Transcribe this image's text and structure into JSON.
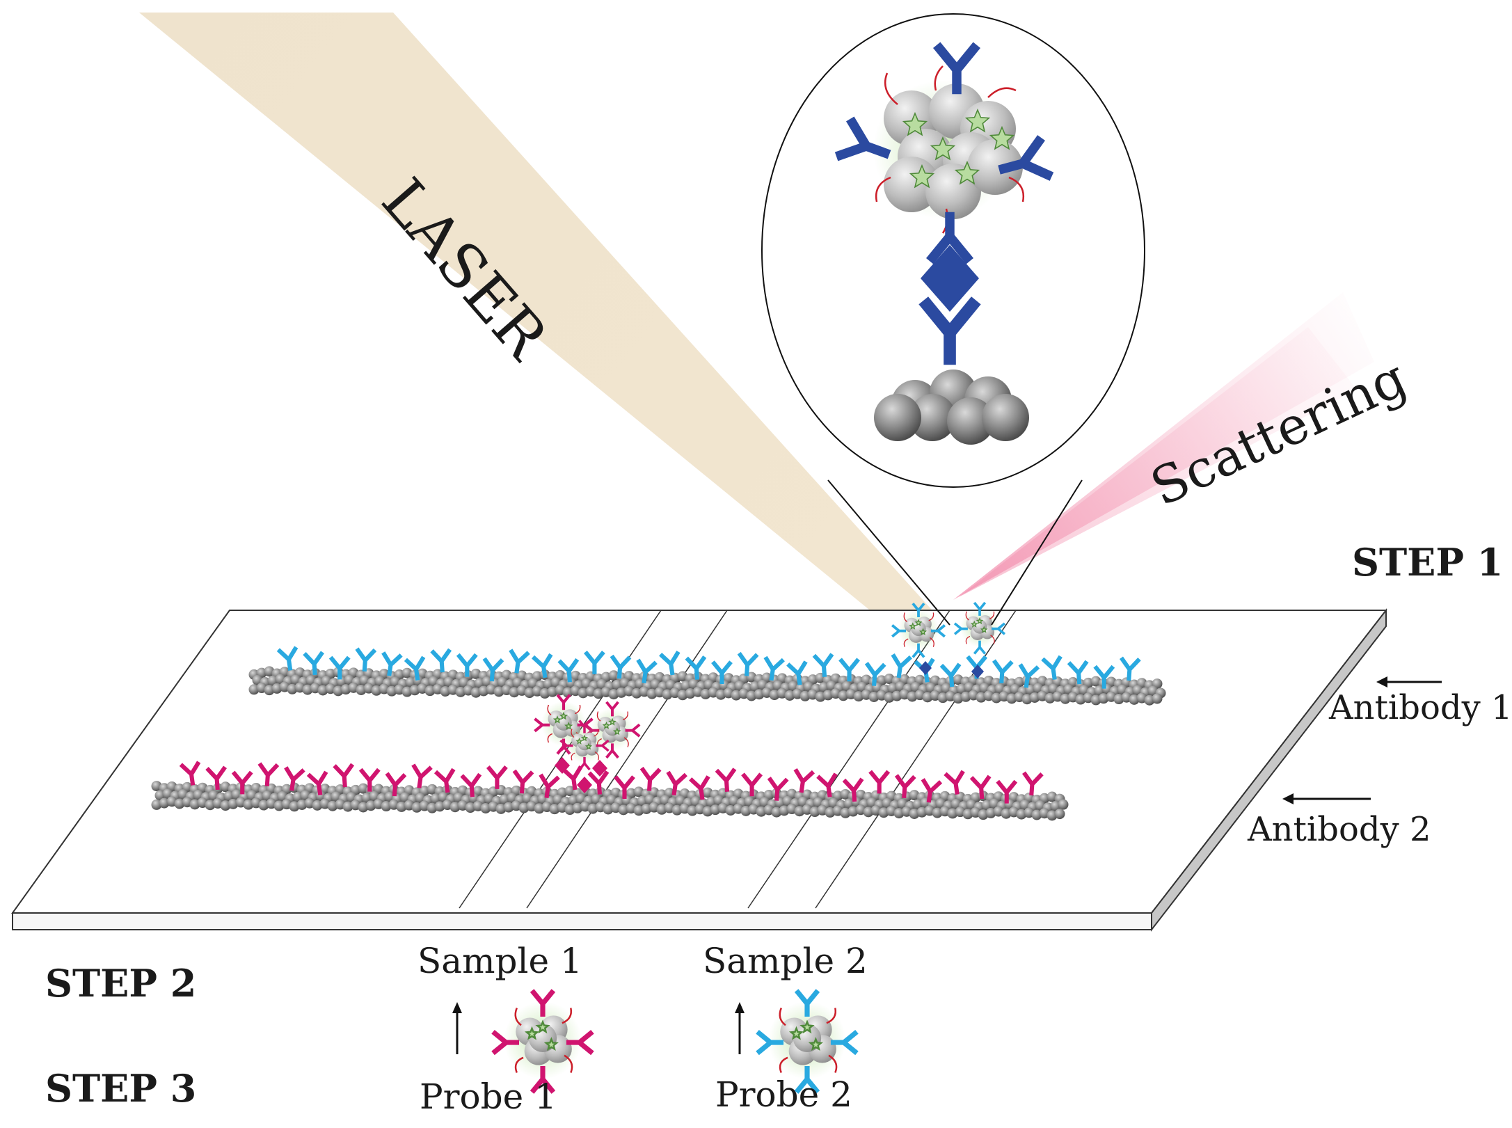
{
  "labels": {
    "laser": "LASER",
    "scattering": "Scattering",
    "step1": "STEP 1",
    "step2": "STEP 2",
    "step3": "STEP 3",
    "antibody1": "Antibody 1",
    "antibody2": "Antibody 2",
    "sample1": "Sample 1",
    "sample2": "Sample 2",
    "probe1": "Probe 1",
    "probe2": "Probe 2"
  },
  "colors": {
    "antibody1": "#29a9e0",
    "antibody2": "#d0146f",
    "zoom_antibody": "#2b4aa0",
    "particle": "#8a8a8a",
    "laser": "#efe3cd",
    "scattering": "#f28bab",
    "strip_top": "#ffffff",
    "strip_edge": "#c7c7c7",
    "outline": "#333333"
  },
  "icons": [
    "antibody-y-icon",
    "antigen-diamond-icon",
    "nanoparticle-cluster-icon",
    "fluorophore-star-icon",
    "arrow-icon"
  ]
}
